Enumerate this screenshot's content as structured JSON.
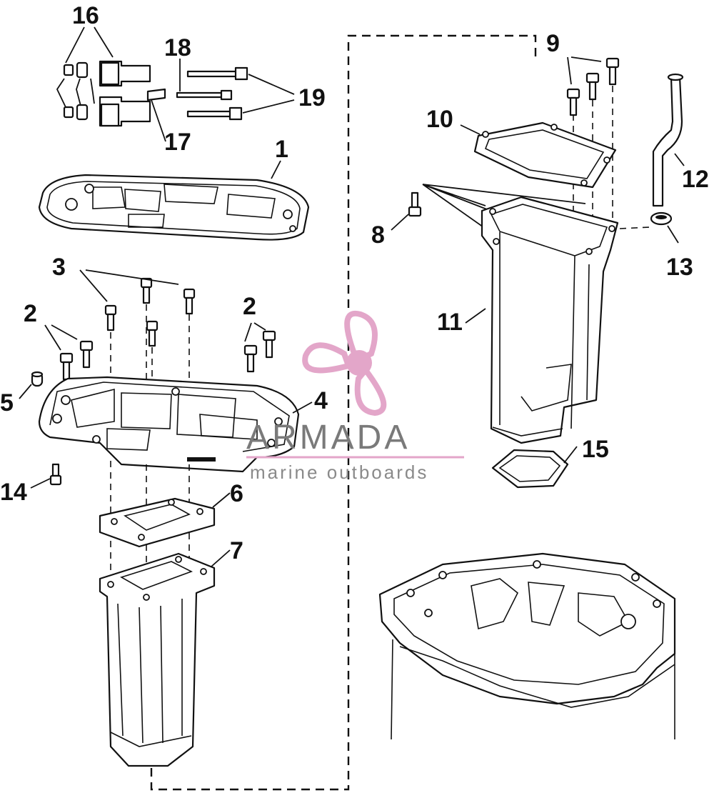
{
  "callouts": [
    {
      "id": "c1",
      "label": "1"
    },
    {
      "id": "c2a",
      "label": "2"
    },
    {
      "id": "c2b",
      "label": "2"
    },
    {
      "id": "c3",
      "label": "3"
    },
    {
      "id": "c4",
      "label": "4"
    },
    {
      "id": "c5",
      "label": "5"
    },
    {
      "id": "c6",
      "label": "6"
    },
    {
      "id": "c7",
      "label": "7"
    },
    {
      "id": "c8",
      "label": "8"
    },
    {
      "id": "c9",
      "label": "9"
    },
    {
      "id": "c10",
      "label": "10"
    },
    {
      "id": "c11",
      "label": "11"
    },
    {
      "id": "c12",
      "label": "12"
    },
    {
      "id": "c13",
      "label": "13"
    },
    {
      "id": "c14",
      "label": "14"
    },
    {
      "id": "c15",
      "label": "15"
    },
    {
      "id": "c16",
      "label": "16"
    },
    {
      "id": "c17",
      "label": "17"
    },
    {
      "id": "c18",
      "label": "18"
    },
    {
      "id": "c19",
      "label": "19"
    }
  ],
  "watermark": {
    "title": "ARMADA",
    "subtitle": "marine outboards",
    "accent_color": "#e3a6c9",
    "logo_icon": "propeller-icon"
  },
  "colors": {
    "line": "#111111",
    "background": "#ffffff"
  }
}
